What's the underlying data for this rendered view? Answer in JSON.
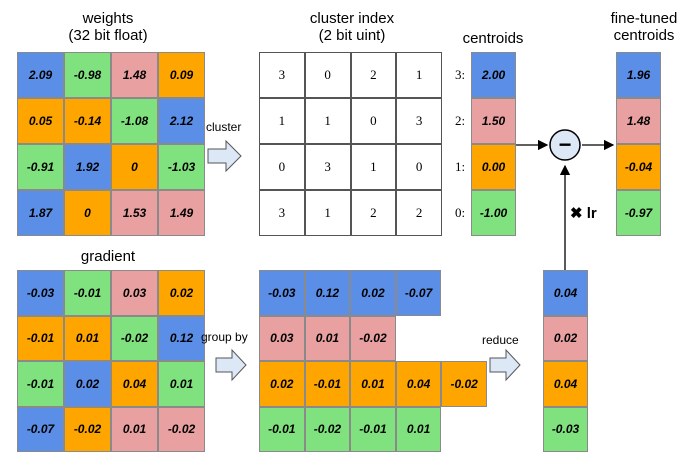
{
  "colors": {
    "blue": "#5b8ee6",
    "green": "#80e27e",
    "pink": "#e8a0a0",
    "orange": "#ffa500"
  },
  "titles": {
    "weights": "weights\n(32 bit float)",
    "cluster_index": "cluster index\n(2 bit uint)",
    "centroids": "centroids",
    "fine_tuned": "fine-tuned\ncentroids",
    "gradient": "gradient"
  },
  "ops": {
    "cluster": "cluster",
    "group_by": "group by",
    "reduce": "reduce",
    "lr": "✖ lr",
    "minus": "−"
  },
  "weights": [
    [
      {
        "v": "2.09",
        "c": "blue"
      },
      {
        "v": "-0.98",
        "c": "green"
      },
      {
        "v": "1.48",
        "c": "pink"
      },
      {
        "v": "0.09",
        "c": "orange"
      }
    ],
    [
      {
        "v": "0.05",
        "c": "orange"
      },
      {
        "v": "-0.14",
        "c": "orange"
      },
      {
        "v": "-1.08",
        "c": "green"
      },
      {
        "v": "2.12",
        "c": "blue"
      }
    ],
    [
      {
        "v": "-0.91",
        "c": "green"
      },
      {
        "v": "1.92",
        "c": "blue"
      },
      {
        "v": "0",
        "c": "orange"
      },
      {
        "v": "-1.03",
        "c": "green"
      }
    ],
    [
      {
        "v": "1.87",
        "c": "blue"
      },
      {
        "v": "0",
        "c": "orange"
      },
      {
        "v": "1.53",
        "c": "pink"
      },
      {
        "v": "1.49",
        "c": "pink"
      }
    ]
  ],
  "cluster_index": [
    [
      "3",
      "0",
      "2",
      "1"
    ],
    [
      "1",
      "1",
      "0",
      "3"
    ],
    [
      "0",
      "3",
      "1",
      "0"
    ],
    [
      "3",
      "1",
      "2",
      "2"
    ]
  ],
  "centroids": [
    {
      "label": "3:",
      "v": "2.00",
      "c": "blue"
    },
    {
      "label": "2:",
      "v": "1.50",
      "c": "pink"
    },
    {
      "label": "1:",
      "v": "0.00",
      "c": "orange"
    },
    {
      "label": "0:",
      "v": "-1.00",
      "c": "green"
    }
  ],
  "fine_tuned": [
    {
      "v": "1.96",
      "c": "blue"
    },
    {
      "v": "1.48",
      "c": "pink"
    },
    {
      "v": "-0.04",
      "c": "orange"
    },
    {
      "v": "-0.97",
      "c": "green"
    }
  ],
  "gradient": [
    [
      {
        "v": "-0.03",
        "c": "blue"
      },
      {
        "v": "-0.01",
        "c": "green"
      },
      {
        "v": "0.03",
        "c": "pink"
      },
      {
        "v": "0.02",
        "c": "orange"
      }
    ],
    [
      {
        "v": "-0.01",
        "c": "orange"
      },
      {
        "v": "0.01",
        "c": "orange"
      },
      {
        "v": "-0.02",
        "c": "green"
      },
      {
        "v": "0.12",
        "c": "blue"
      }
    ],
    [
      {
        "v": "-0.01",
        "c": "green"
      },
      {
        "v": "0.02",
        "c": "blue"
      },
      {
        "v": "0.04",
        "c": "orange"
      },
      {
        "v": "0.01",
        "c": "green"
      }
    ],
    [
      {
        "v": "-0.07",
        "c": "blue"
      },
      {
        "v": "-0.02",
        "c": "orange"
      },
      {
        "v": "0.01",
        "c": "pink"
      },
      {
        "v": "-0.02",
        "c": "pink"
      }
    ]
  ],
  "grouped": [
    {
      "c": "blue",
      "vals": [
        "-0.03",
        "0.12",
        "0.02",
        "-0.07"
      ]
    },
    {
      "c": "pink",
      "vals": [
        "0.03",
        "0.01",
        "-0.02"
      ]
    },
    {
      "c": "orange",
      "vals": [
        "0.02",
        "-0.01",
        "0.01",
        "0.04",
        "-0.02"
      ]
    },
    {
      "c": "green",
      "vals": [
        "-0.01",
        "-0.02",
        "-0.01",
        "0.01"
      ]
    }
  ],
  "reduced": [
    {
      "v": "0.04",
      "c": "blue"
    },
    {
      "v": "0.02",
      "c": "pink"
    },
    {
      "v": "0.04",
      "c": "orange"
    },
    {
      "v": "-0.03",
      "c": "green"
    }
  ]
}
